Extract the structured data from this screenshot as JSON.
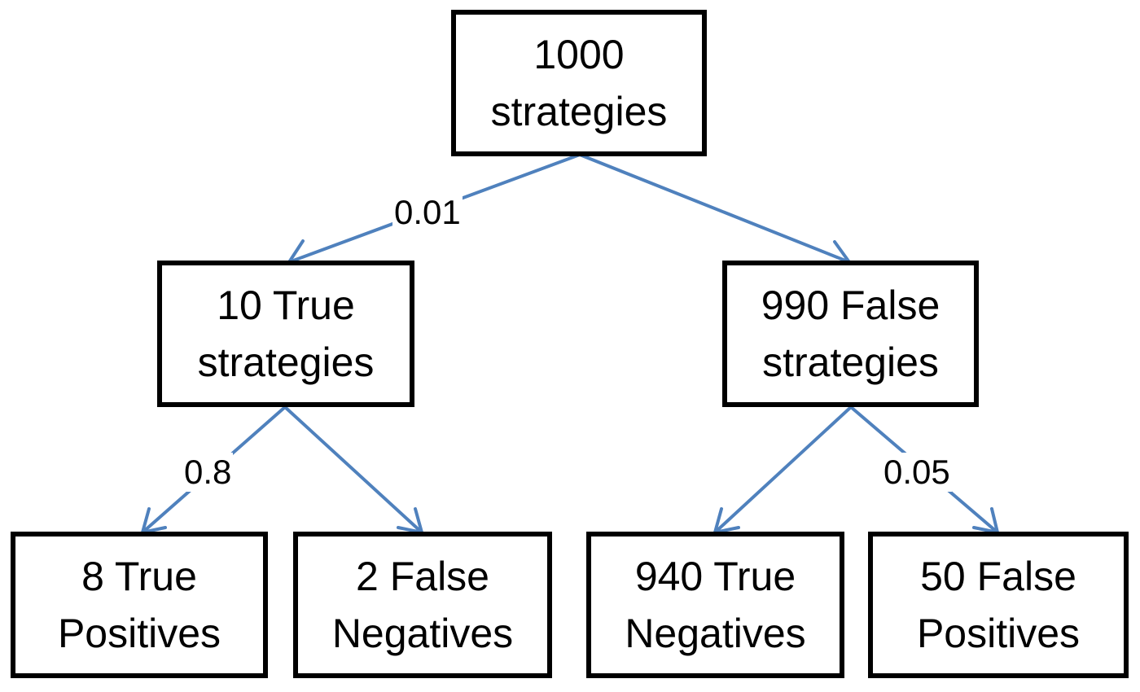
{
  "colors": {
    "edge": "#4f81bd",
    "box_border": "#000000",
    "text": "#000000"
  },
  "nodes": {
    "root": {
      "line1": "1000",
      "line2": "strategies"
    },
    "true_strategies": {
      "line1": "10 True",
      "line2": "strategies"
    },
    "false_strategies": {
      "line1": "990 False",
      "line2": "strategies"
    },
    "true_positives": {
      "line1": "8 True",
      "line2": "Positives"
    },
    "false_negatives": {
      "line1": "2 False",
      "line2": "Negatives"
    },
    "true_negatives": {
      "line1": "940 True",
      "line2": "Negatives"
    },
    "false_positives": {
      "line1": "50 False",
      "line2": "Positives"
    }
  },
  "edge_labels": {
    "root_to_true": "0.01",
    "true_to_positives": "0.8",
    "false_to_positives": "0.05"
  }
}
